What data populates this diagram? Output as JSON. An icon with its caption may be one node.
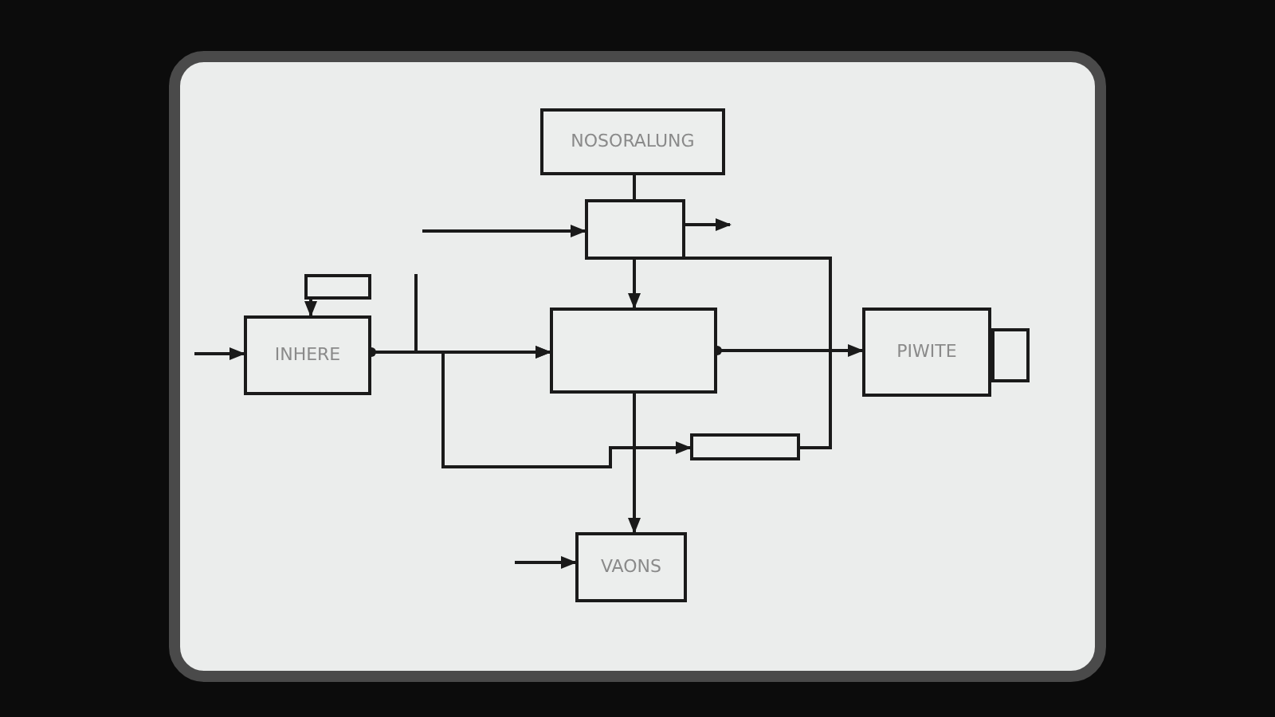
{
  "diagram": {
    "nodes": [
      {
        "text": [
          "NOSORALUNG"
        ]
      },
      {
        "text": [],
        "shape": "box"
      },
      {
        "text": [],
        "shape": "box"
      },
      {
        "text": [
          "INHERE"
        ]
      },
      {
        "text": [],
        "shape": "box"
      },
      {
        "text": [
          "PIWITE"
        ]
      },
      {
        "text": [],
        "shape": "box"
      },
      {
        "text": [],
        "shape": "box"
      },
      {
        "text": [
          "VAONS"
        ]
      }
    ],
    "edges": [
      {
        "from": 0,
        "to": 1,
        "arrow": "none"
      },
      {
        "from": null,
        "to": 1,
        "arrow": "to"
      },
      {
        "from": 1,
        "to": null,
        "arrow": "to"
      },
      {
        "from": 1,
        "to": 4,
        "arrow": "to"
      },
      {
        "from": 1,
        "to": 7,
        "arrow": "none"
      },
      {
        "from": 2,
        "to": 3,
        "arrow": "to"
      },
      {
        "from": null,
        "to": 3,
        "arrow": "to"
      },
      {
        "from": 3,
        "to": 4,
        "arrow": "to"
      },
      {
        "from": null,
        "to": 4,
        "arrow": "to"
      },
      {
        "from": 3,
        "to": 7,
        "arrow": "to"
      },
      {
        "from": 4,
        "to": 5,
        "arrow": "to"
      },
      {
        "from": 4,
        "to": 8,
        "arrow": "to"
      },
      {
        "from": null,
        "to": 8,
        "arrow": "to"
      }
    ]
  }
}
